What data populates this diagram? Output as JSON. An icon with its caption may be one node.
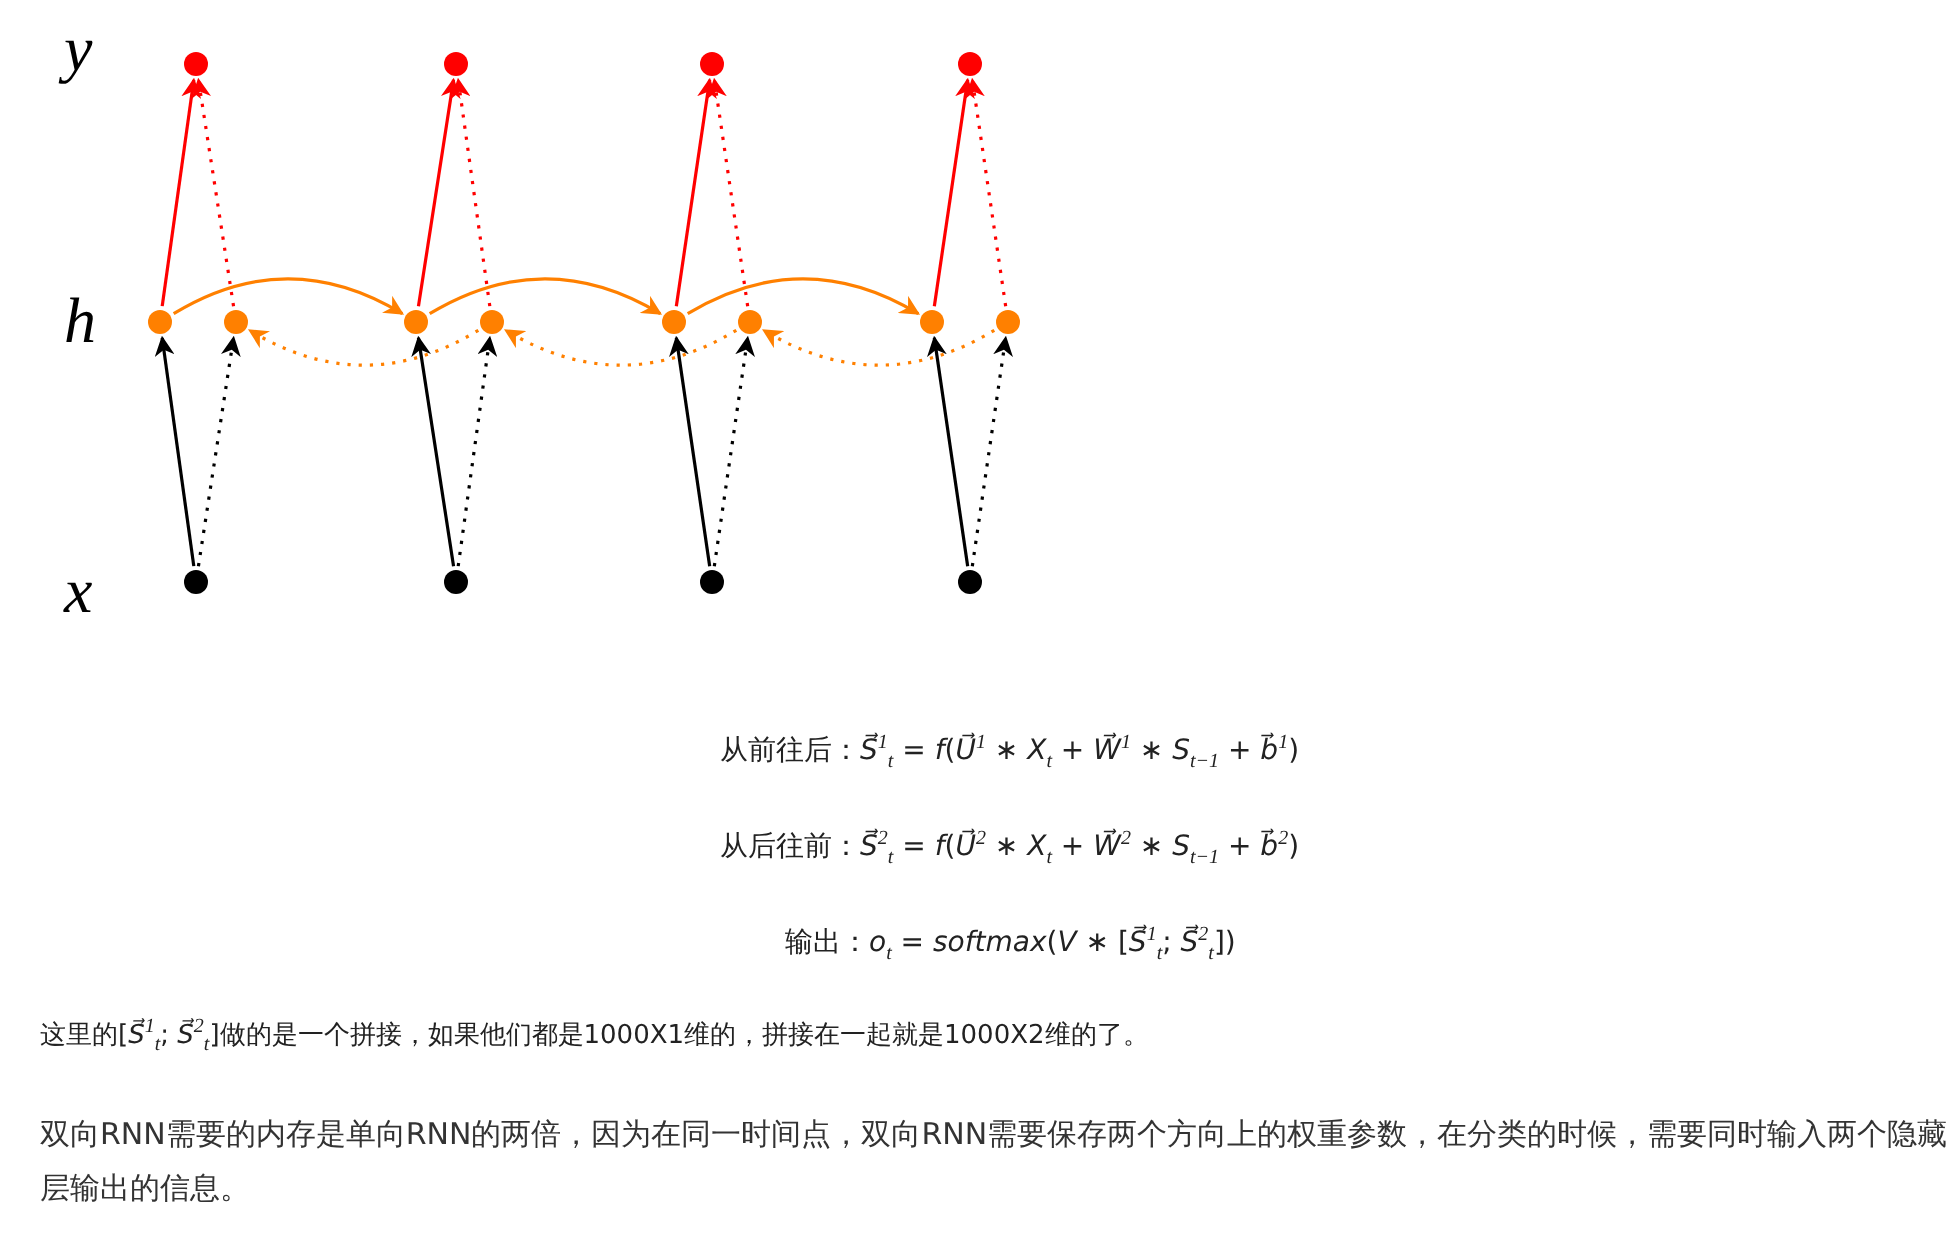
{
  "diagram": {
    "nodes": [
      {
        "text": [],
        "shape": "circle"
      },
      {
        "text": [],
        "shape": "circle"
      },
      {
        "text": [],
        "shape": "circle"
      },
      {
        "text": [],
        "shape": "circle"
      },
      {
        "text": [],
        "shape": "circle"
      },
      {
        "text": [],
        "shape": "circle"
      },
      {
        "text": [],
        "shape": "circle"
      },
      {
        "text": [],
        "shape": "circle"
      },
      {
        "text": [],
        "shape": "circle"
      },
      {
        "text": [],
        "shape": "circle"
      },
      {
        "text": [],
        "shape": "circle"
      },
      {
        "text": [],
        "shape": "circle"
      },
      {
        "text": [],
        "shape": "circle"
      },
      {
        "text": [],
        "shape": "circle"
      },
      {
        "text": [],
        "shape": "circle"
      },
      {
        "text": [],
        "shape": "circle"
      }
    ],
    "edges": [
      {
        "from": 12,
        "to": 4,
        "arrow": "to"
      },
      {
        "from": 12,
        "to": 5,
        "arrow": "to",
        "style": "dashed"
      },
      {
        "from": 13,
        "to": 6,
        "arrow": "to"
      },
      {
        "from": 13,
        "to": 7,
        "arrow": "to",
        "style": "dashed"
      },
      {
        "from": 14,
        "to": 8,
        "arrow": "to"
      },
      {
        "from": 14,
        "to": 9,
        "arrow": "to",
        "style": "dashed"
      },
      {
        "from": 15,
        "to": 10,
        "arrow": "to"
      },
      {
        "from": 15,
        "to": 11,
        "arrow": "to",
        "style": "dashed"
      },
      {
        "from": 4,
        "to": 0,
        "arrow": "to",
        "color": "#ff0000"
      },
      {
        "from": 5,
        "to": 0,
        "arrow": "to",
        "style": "dashed",
        "color": "#ff0000"
      },
      {
        "from": 6,
        "to": 1,
        "arrow": "to",
        "color": "#ff0000"
      },
      {
        "from": 7,
        "to": 1,
        "arrow": "to",
        "style": "dashed",
        "color": "#ff0000"
      },
      {
        "from": 8,
        "to": 2,
        "arrow": "to",
        "color": "#ff0000"
      },
      {
        "from": 9,
        "to": 2,
        "arrow": "to",
        "style": "dashed",
        "color": "#ff0000"
      },
      {
        "from": 10,
        "to": 3,
        "arrow": "to",
        "color": "#ff0000"
      },
      {
        "from": 11,
        "to": 3,
        "arrow": "to",
        "style": "dashed",
        "color": "#ff0000"
      },
      {
        "from": 4,
        "to": 6,
        "arrow": "to",
        "color": "#ff8000"
      },
      {
        "from": 6,
        "to": 8,
        "arrow": "to",
        "color": "#ff8000"
      },
      {
        "from": 8,
        "to": 10,
        "arrow": "to",
        "color": "#ff8000"
      },
      {
        "from": 7,
        "to": 5,
        "arrow": "to",
        "style": "dashed",
        "color": "#ff8000"
      },
      {
        "from": 9,
        "to": 7,
        "arrow": "to",
        "style": "dashed",
        "color": "#ff8000"
      },
      {
        "from": 11,
        "to": 9,
        "arrow": "to",
        "style": "dashed",
        "color": "#ff8000"
      }
    ],
    "labels": [
      "y",
      "h",
      "x",
      "从前往后：*S⃗*$^{1}$$_{t}$ = *f*(*U⃗*$^{1}$ ∗ *X*$_{t}$ + *W⃗*$^{1}$ ∗ *S*$_{t−1}$ + *b⃗*$^{1}$)",
      "从后往前：*S⃗*$^{2}$$_{t}$ = *f*(*U⃗*$^{2}$ ∗ *X*$_{t}$ + *W⃗*$^{2}$ ∗ *S*$_{t−1}$ + *b⃗*$^{2}$)",
      "输出：*o*$_{t}$ = *softmax*(*V* ∗ [*S⃗*$^{1}$$_{t}$; *S⃗*$^{2}$$_{t}$])",
      "这里的[*S⃗*$^{1}$$_{t}$; *S⃗*$^{2}$$_{t}$]做的是一个拼接，如果他们都是1000X1维的，拼接在一起就是1000X2维的了。",
      "双向RNN需要的内存是单向RNN的两倍，因为在同一时间点，双向RNN需要保存两个方向上的权重参数，在分类的时候，需要同时输入两个隐藏层输出的信息。"
    ]
  }
}
